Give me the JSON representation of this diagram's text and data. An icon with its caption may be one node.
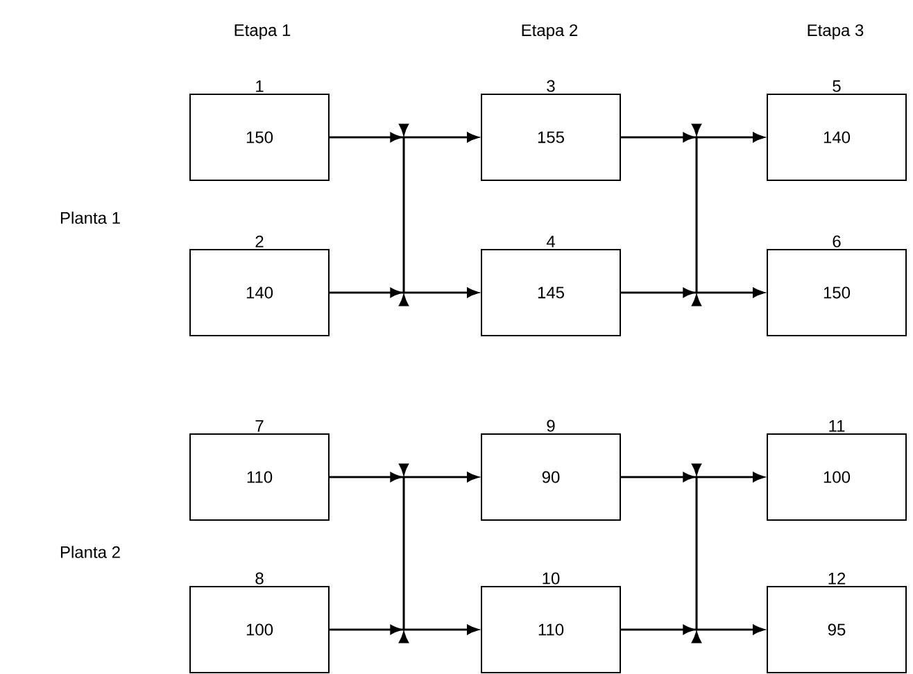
{
  "diagram": {
    "nodes": [
      {
        "text": [
          "150"
        ],
        "beside": [
          "1"
        ]
      },
      {
        "text": [
          "155"
        ],
        "beside": [
          "3"
        ]
      },
      {
        "text": [
          "140"
        ],
        "beside": [
          "5"
        ]
      },
      {
        "text": [
          "140"
        ],
        "beside": [
          "2"
        ]
      },
      {
        "text": [
          "145"
        ],
        "beside": [
          "4"
        ]
      },
      {
        "text": [
          "150"
        ],
        "beside": [
          "6"
        ]
      },
      {
        "text": [
          "110"
        ],
        "beside": [
          "7"
        ]
      },
      {
        "text": [
          "90"
        ],
        "beside": [
          "9"
        ]
      },
      {
        "text": [
          "100"
        ],
        "beside": [
          "11"
        ]
      },
      {
        "text": [
          "100"
        ],
        "beside": [
          "8"
        ]
      },
      {
        "text": [
          "110"
        ],
        "beside": [
          "10"
        ]
      },
      {
        "text": [
          "95"
        ],
        "beside": [
          "12"
        ]
      }
    ],
    "edges": [
      {
        "from": 0,
        "to": 1,
        "arrow": "to"
      },
      {
        "from": 0,
        "to": 4,
        "arrow": "to"
      },
      {
        "from": 3,
        "to": 1,
        "arrow": "to"
      },
      {
        "from": 3,
        "to": 4,
        "arrow": "to"
      },
      {
        "from": 1,
        "to": 2,
        "arrow": "to"
      },
      {
        "from": 1,
        "to": 5,
        "arrow": "to"
      },
      {
        "from": 4,
        "to": 2,
        "arrow": "to"
      },
      {
        "from": 4,
        "to": 5,
        "arrow": "to"
      },
      {
        "from": 6,
        "to": 7,
        "arrow": "to"
      },
      {
        "from": 6,
        "to": 10,
        "arrow": "to"
      },
      {
        "from": 9,
        "to": 7,
        "arrow": "to"
      },
      {
        "from": 9,
        "to": 10,
        "arrow": "to"
      },
      {
        "from": 7,
        "to": 8,
        "arrow": "to"
      },
      {
        "from": 7,
        "to": 11,
        "arrow": "to"
      },
      {
        "from": 10,
        "to": 8,
        "arrow": "to"
      },
      {
        "from": 10,
        "to": 11,
        "arrow": "to"
      }
    ],
    "labels": [
      "Etapa 1",
      "Etapa 2",
      "Etapa 3",
      "Planta 1",
      "Planta 2"
    ]
  }
}
